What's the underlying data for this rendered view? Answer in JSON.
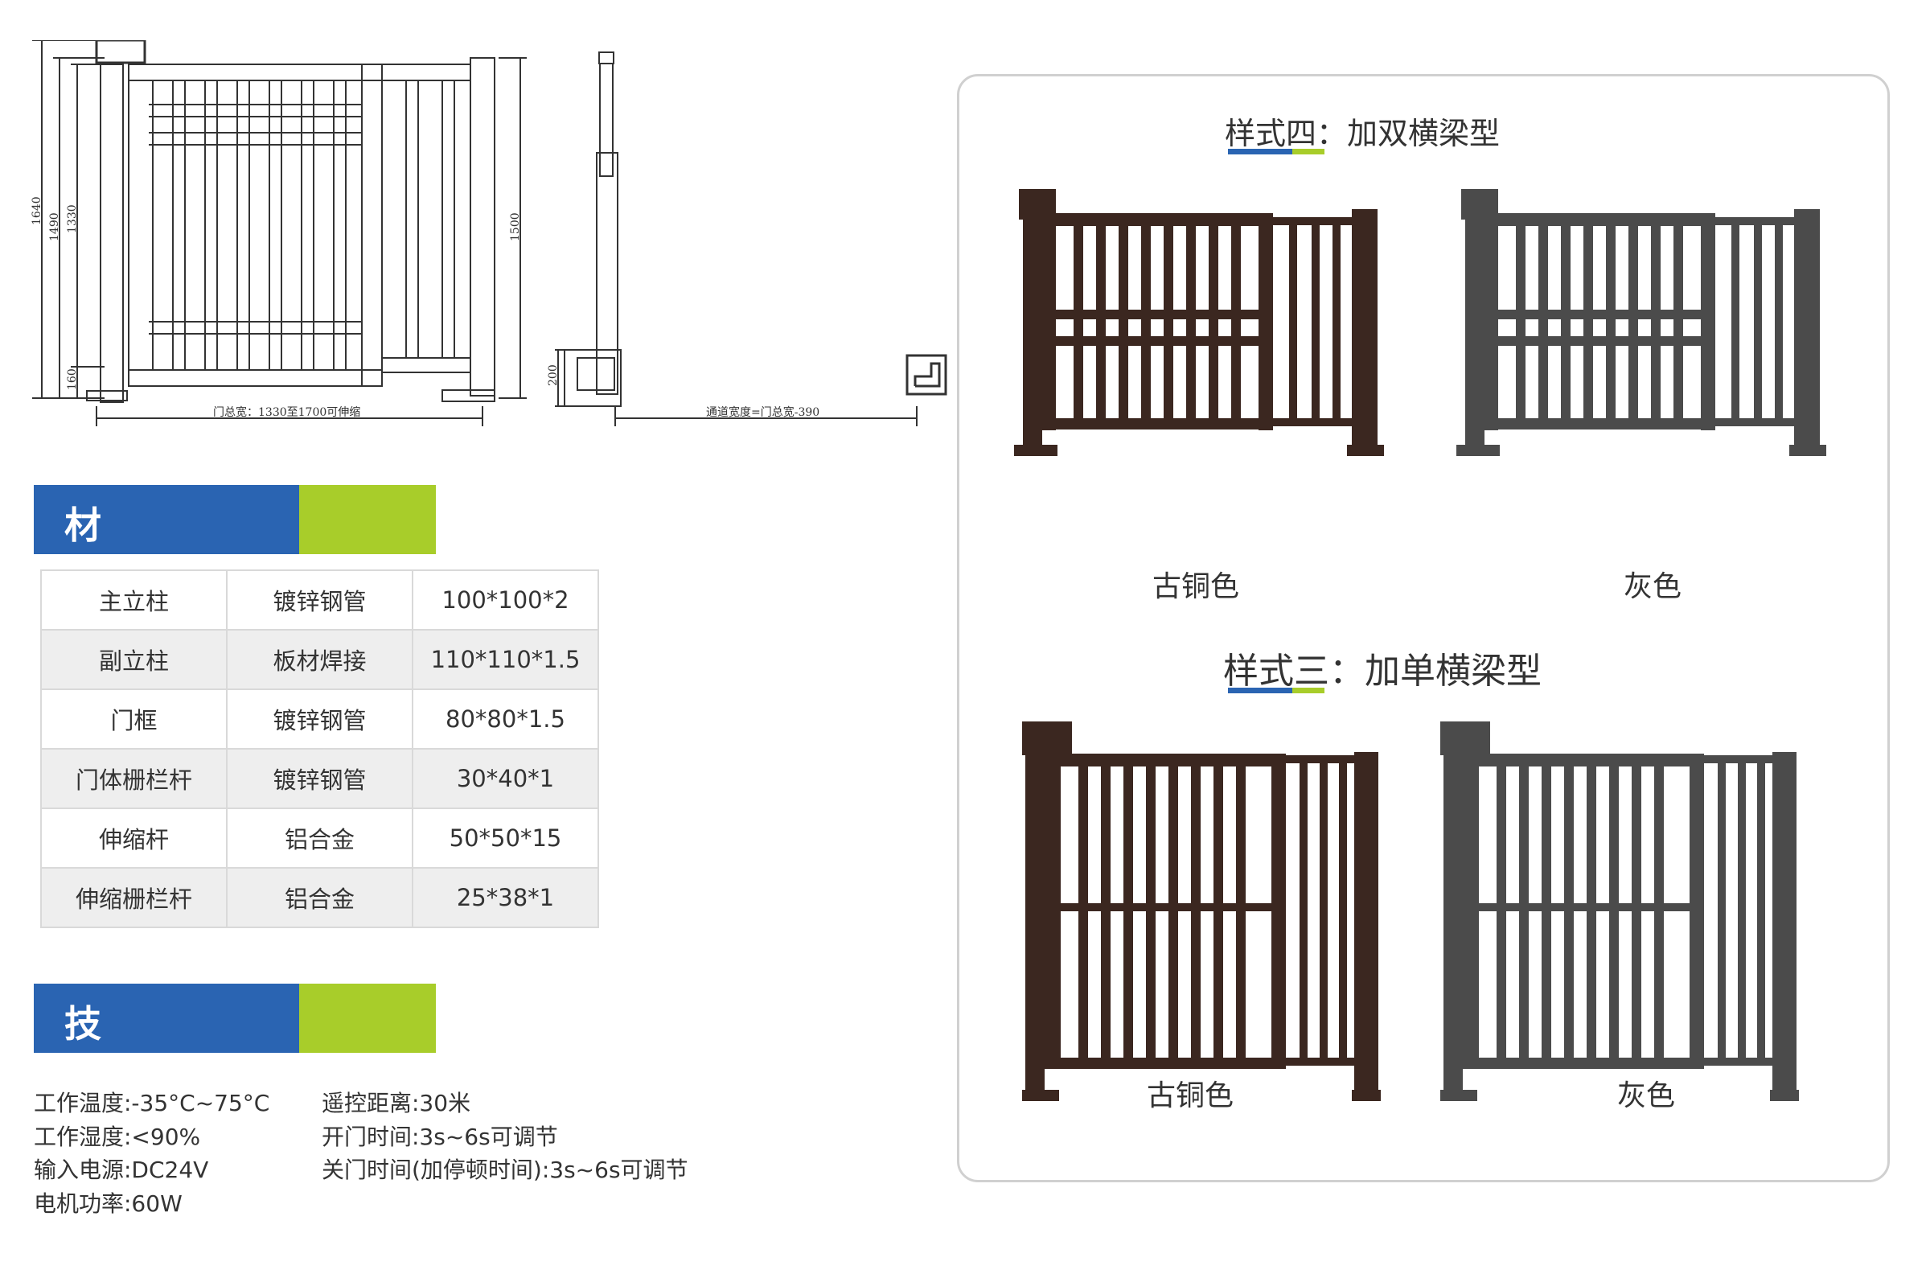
{
  "drawing": {
    "dims_left": [
      "1640",
      "1490",
      "1330",
      "160"
    ],
    "dim_right": "1500",
    "dim_side": "200",
    "bottom_label_left": "门总宽：1330至1700可伸缩",
    "bottom_label_right": "通道宽度=门总宽-390"
  },
  "materials": {
    "title": "材料规格",
    "rows": [
      [
        "主立柱",
        "镀锌钢管",
        "100*100*2"
      ],
      [
        "副立柱",
        "板材焊接",
        "110*110*1.5"
      ],
      [
        "门框",
        "镀锌钢管",
        "80*80*1.5"
      ],
      [
        "门体栅栏杆",
        "镀锌钢管",
        "30*40*1"
      ],
      [
        "伸缩杆",
        "铝合金",
        "50*50*15"
      ],
      [
        "伸缩栅栏杆",
        "铝合金",
        "25*38*1"
      ]
    ]
  },
  "tech": {
    "title": "技术参数",
    "left": [
      "工作温度:-35°C~75°C",
      "工作湿度:<90%",
      "输入电源:DC24V",
      "电机功率:60W"
    ],
    "right": [
      "遥控距离:30米",
      "开门时间:3s~6s可调节",
      "关门时间(加停顿时间):3s~6s可调节"
    ]
  },
  "styles": [
    {
      "title": "样式四：加双横梁型",
      "captions": [
        "古铜色",
        "灰色"
      ]
    },
    {
      "title": "样式三：加单横梁型",
      "captions": [
        "古铜色",
        "灰色"
      ]
    }
  ],
  "colors": {
    "bronze": "#3b2720",
    "gray": "#4b4b4b",
    "blue": "#2a64b2",
    "green": "#a8cd2a"
  }
}
